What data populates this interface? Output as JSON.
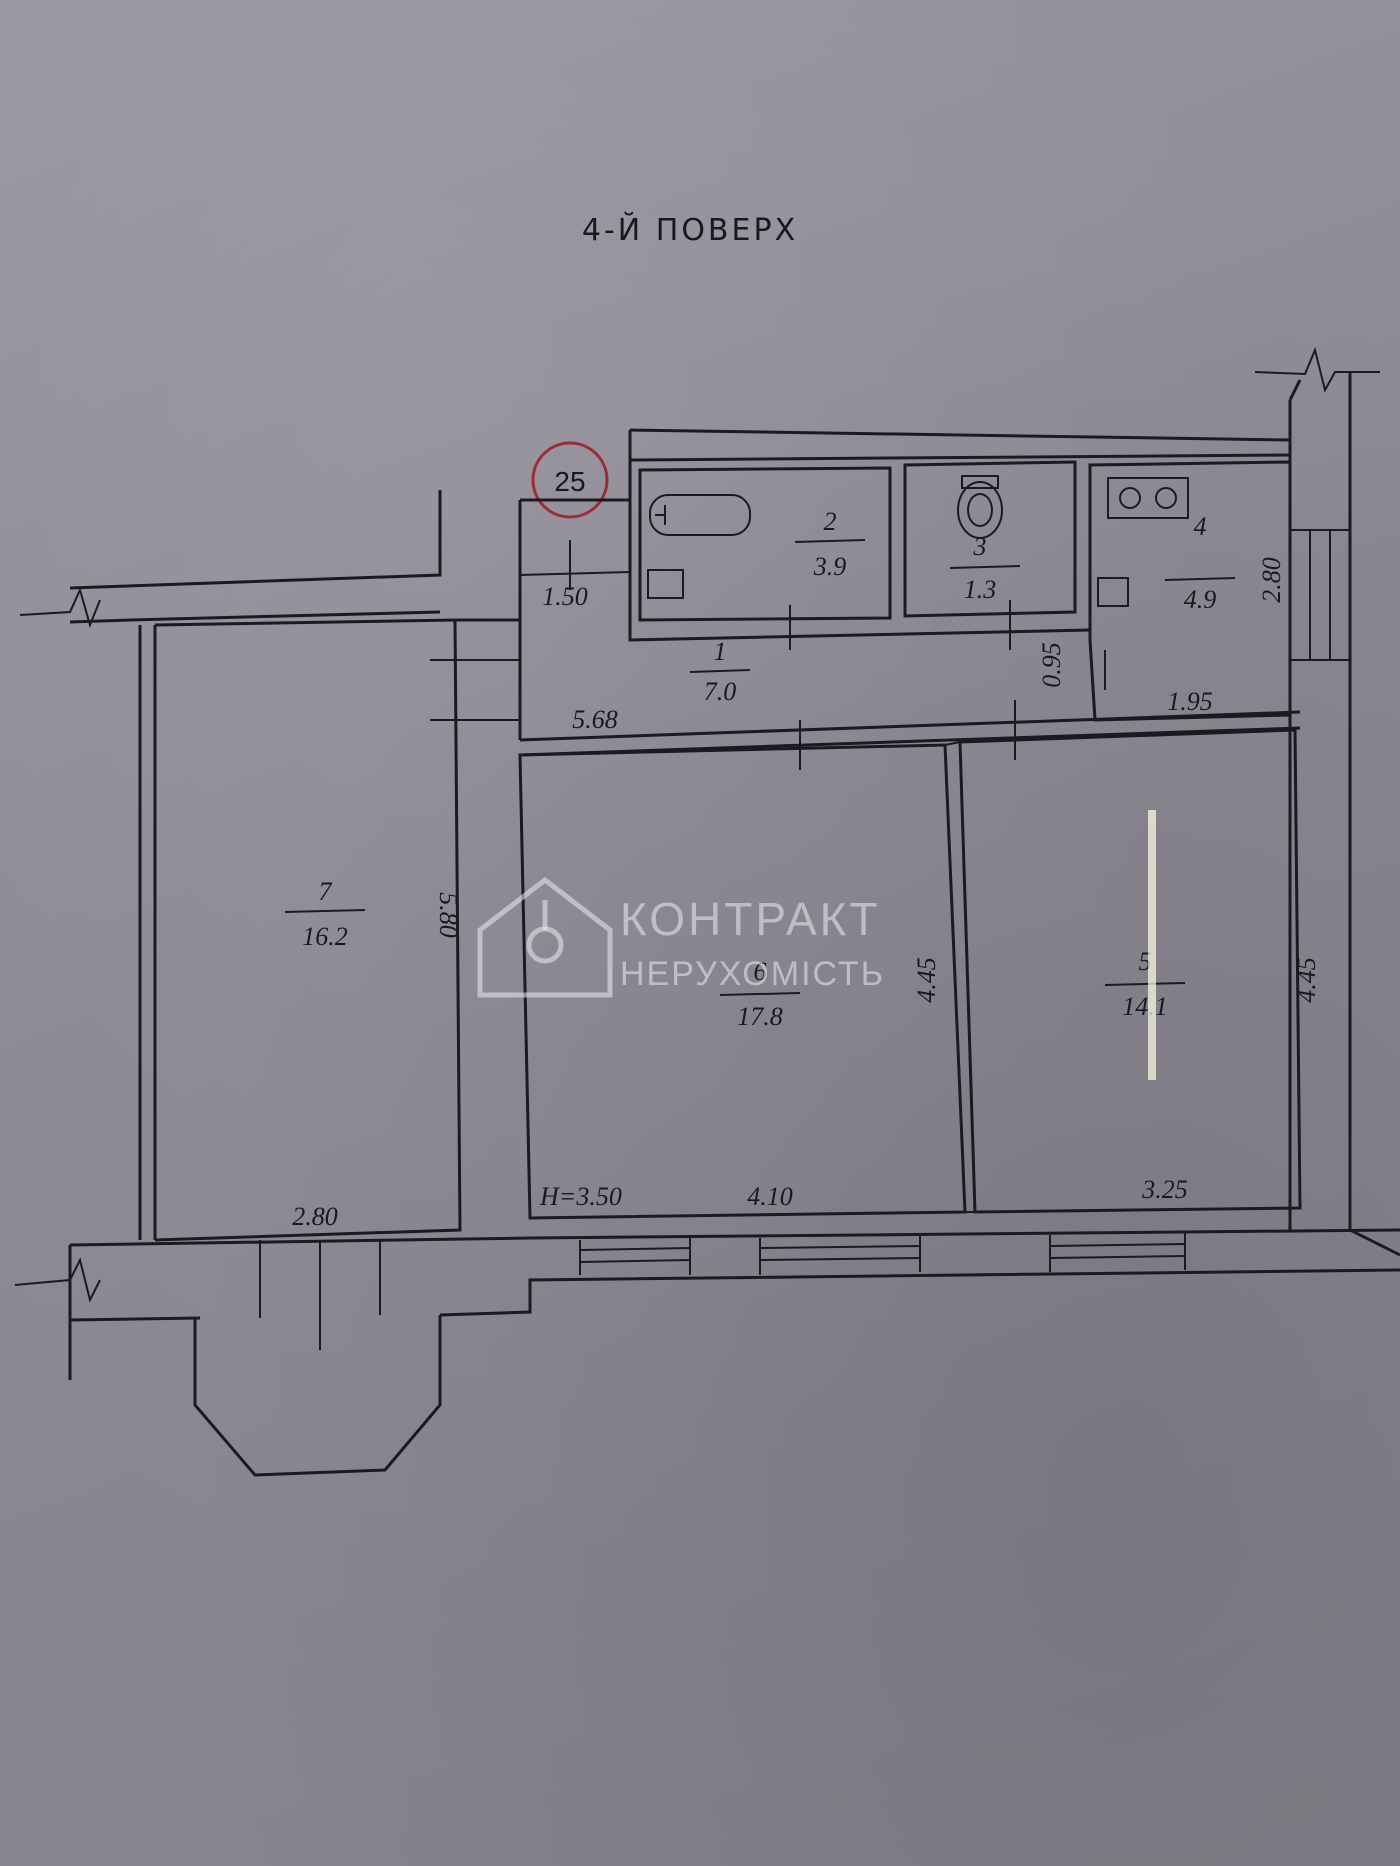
{
  "floor_title": "4-Й ПОВЕРХ",
  "apartment_number": "25",
  "rooms": [
    {
      "number": "1",
      "area": "7.0"
    },
    {
      "number": "2",
      "area": "3.9"
    },
    {
      "number": "3",
      "area": "1.3"
    },
    {
      "number": "4",
      "area": "4.9"
    },
    {
      "number": "5",
      "area": "14.1"
    },
    {
      "number": "6",
      "area": "17.8"
    },
    {
      "number": "7",
      "area": "16.2"
    }
  ],
  "dimensions": {
    "d_150": "1.50",
    "d_568": "5.68",
    "d_095": "0.95",
    "d_195": "1.95",
    "d_280_top": "2.80",
    "d_580": "5.80",
    "d_445_a": "4.45",
    "d_445_b": "4.45",
    "d_280_bottom": "2.80",
    "d_410": "4.10",
    "d_325": "3.25",
    "ceiling_height": "H=3.50"
  },
  "watermark": {
    "line1": "КОНТРАКТ",
    "line2": "НЕРУХОМІСТЬ"
  }
}
